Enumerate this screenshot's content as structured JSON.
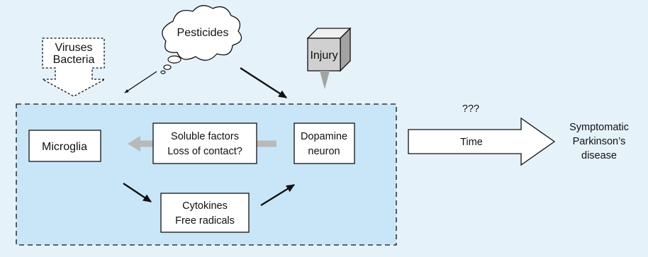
{
  "colors": {
    "outer_background": "#e6f2fa",
    "inner_region": "#c8e6f8",
    "box_fill": "#ffffff",
    "stroke": "#111111",
    "gray_arrow": "#b9b9b9",
    "cube_front": "#d0d0d0",
    "cube_top": "#efefef",
    "cube_side": "#a3a3a3"
  },
  "icons": {
    "pesticides": "thought-cloud-icon",
    "injury": "cube-icon",
    "viruses_bacteria": "dashed-down-arrow-icon",
    "time": "block-right-arrow-icon"
  },
  "labels": {
    "viruses_bacteria": [
      "Viruses",
      "Bacteria"
    ],
    "pesticides": "Pesticides",
    "injury": "Injury",
    "microglia": "Microglia",
    "soluble_factors": [
      "Soluble factors",
      "Loss of contact?"
    ],
    "dopamine_neuron": [
      "Dopamine",
      "neuron"
    ],
    "cytokines": [
      "Cytokines",
      "Free radicals"
    ],
    "question": "???",
    "time": "Time",
    "outcome": [
      "Symptomatic",
      "Parkinson’s",
      "disease"
    ]
  }
}
